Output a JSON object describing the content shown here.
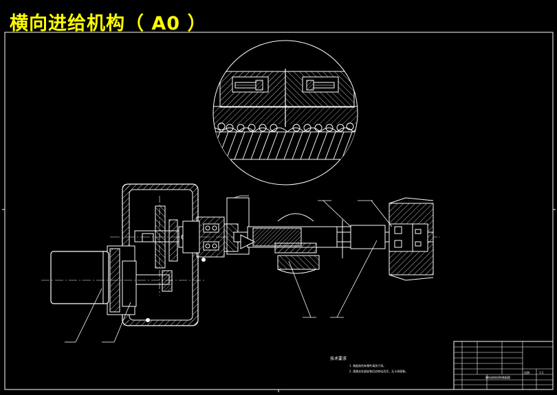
{
  "title": "横向进给机构（  A0 ）",
  "notes": {
    "heading": "技术要求",
    "lines": [
      "1. 装配前所有零件清洗干净。",
      "2. 滚珠丝杠副安装后应转动灵活，无卡滞现象。"
    ]
  },
  "title_block": {
    "drawing_name": "横向进给机构装配图",
    "scale_label": "比例",
    "scale_value": "1:1"
  },
  "colors": {
    "background": "#000000",
    "title": "#ffff00",
    "lines": "#ffffff"
  }
}
